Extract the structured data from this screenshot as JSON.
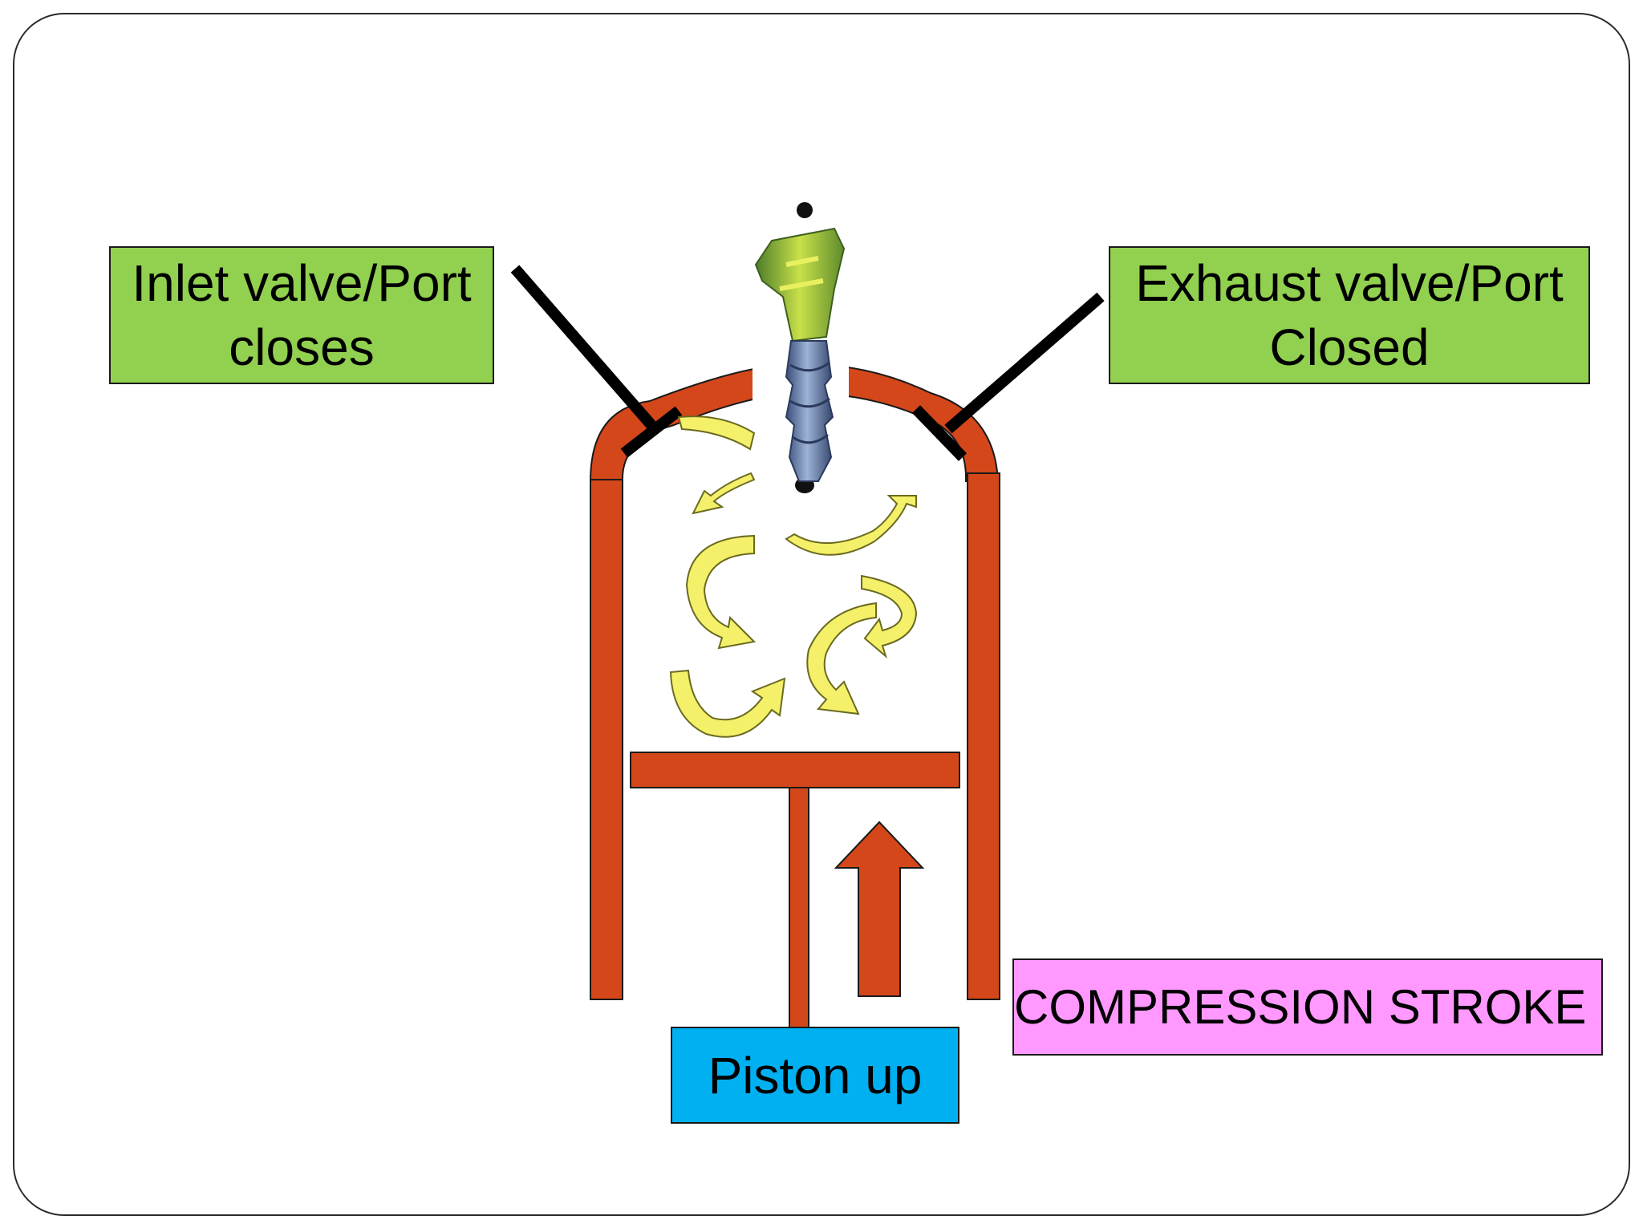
{
  "labels": {
    "inlet": {
      "line1": "Inlet valve/Port",
      "line2": "closes"
    },
    "exhaust": {
      "line1": "Exhaust valve/Port",
      "line2": "Closed"
    },
    "stroke": "COMPRESSION STROKE",
    "piston": "Piston up"
  },
  "colors": {
    "cylinder": "#d4471a",
    "inlet_box": "#92d050",
    "exhaust_box": "#92d050",
    "stroke_box": "#ff99ff",
    "piston_box": "#00b0f0",
    "swirl_arrow": "#f4f06a",
    "valve": "#000000"
  },
  "icons": {
    "injector": "fuel-injector-icon"
  }
}
